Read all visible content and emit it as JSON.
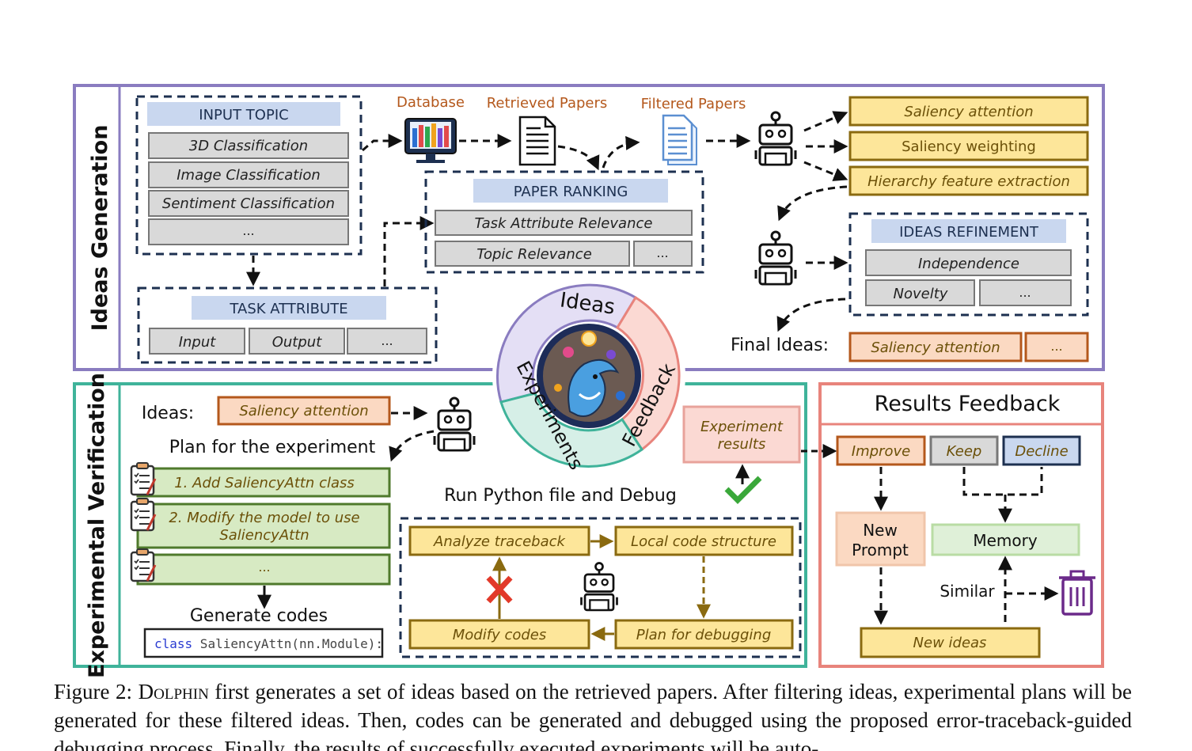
{
  "sections": {
    "ideas_generation": "Ideas Generation",
    "experimental_verification": "Experimental Verification",
    "results_feedback": "Results Feedback"
  },
  "ideas": {
    "input_topic": {
      "title": "INPUT TOPIC",
      "items": [
        "3D Classification",
        "Image Classification",
        "Sentiment Classification",
        "..."
      ]
    },
    "task_attribute": {
      "title": "TASK ATTRIBUTE",
      "items": [
        "Input",
        "Output",
        "..."
      ]
    },
    "database_label": "Database",
    "retrieved_label": "Retrieved Papers",
    "filtered_label": "Filtered Papers",
    "paper_ranking": {
      "title": "PAPER RANKING",
      "items": [
        "Task Attribute Relevance",
        "Topic Relevance",
        "..."
      ]
    },
    "generated_ideas": [
      "Saliency attention",
      "Saliency weighting",
      "Hierarchy feature extraction"
    ],
    "ideas_refinement": {
      "title": "IDEAS REFINEMENT",
      "items": [
        "Independence",
        "Novelty",
        "..."
      ]
    },
    "final_ideas_label": "Final Ideas:",
    "final_ideas": [
      "Saliency attention",
      "..."
    ]
  },
  "center": {
    "ideas": "Ideas",
    "experiments": "Experiments",
    "feedback": "Feedback"
  },
  "experiment": {
    "ideas_label": "Ideas:",
    "idea": "Saliency attention",
    "plan_label": "Plan for the experiment",
    "plan_steps": [
      "1. Add SaliencyAttn class",
      "2. Modify the model to use",
      "SaliencyAttn",
      "..."
    ],
    "generate_label": "Generate codes",
    "code_keyword": "class",
    "code_rest": " SaliencyAttn(nn.Module):",
    "run_label": "Run Python file and Debug",
    "debug": [
      "Analyze traceback",
      "Local code structure",
      "Modify codes",
      "Plan for debugging"
    ],
    "results_line1": "Experiment",
    "results_line2": "results"
  },
  "feedback": {
    "options": [
      "Improve",
      "Keep",
      "Decline"
    ],
    "new_prompt_line1": "New",
    "new_prompt_line2": "Prompt",
    "memory": "Memory",
    "similar": "Similar",
    "new_ideas": "New ideas"
  },
  "caption": {
    "prefix": "Figure 2: ",
    "name": "Dolphin",
    "text": " first generates a set of ideas based on the retrieved papers. After filtering ideas, experimental plans will be generated for these filtered ideas. Then, codes can be generated and debugged using the proposed error-traceback-guided debugging process. Finally, the results of successfully executed experiments will be auto-"
  },
  "colors": {
    "purple": "#8a7cc0",
    "teal": "#3fb39a",
    "salmon": "#e8847c",
    "gold": "#8a6a10",
    "gold_fill": "#fde69a",
    "orange": "#b4581c",
    "orange_fill": "#fbd9c2",
    "green_fill": "#d7eac3",
    "green_border": "#4f7a2c",
    "blue_fill": "#c9d7ef",
    "navy": "#1d3050"
  }
}
